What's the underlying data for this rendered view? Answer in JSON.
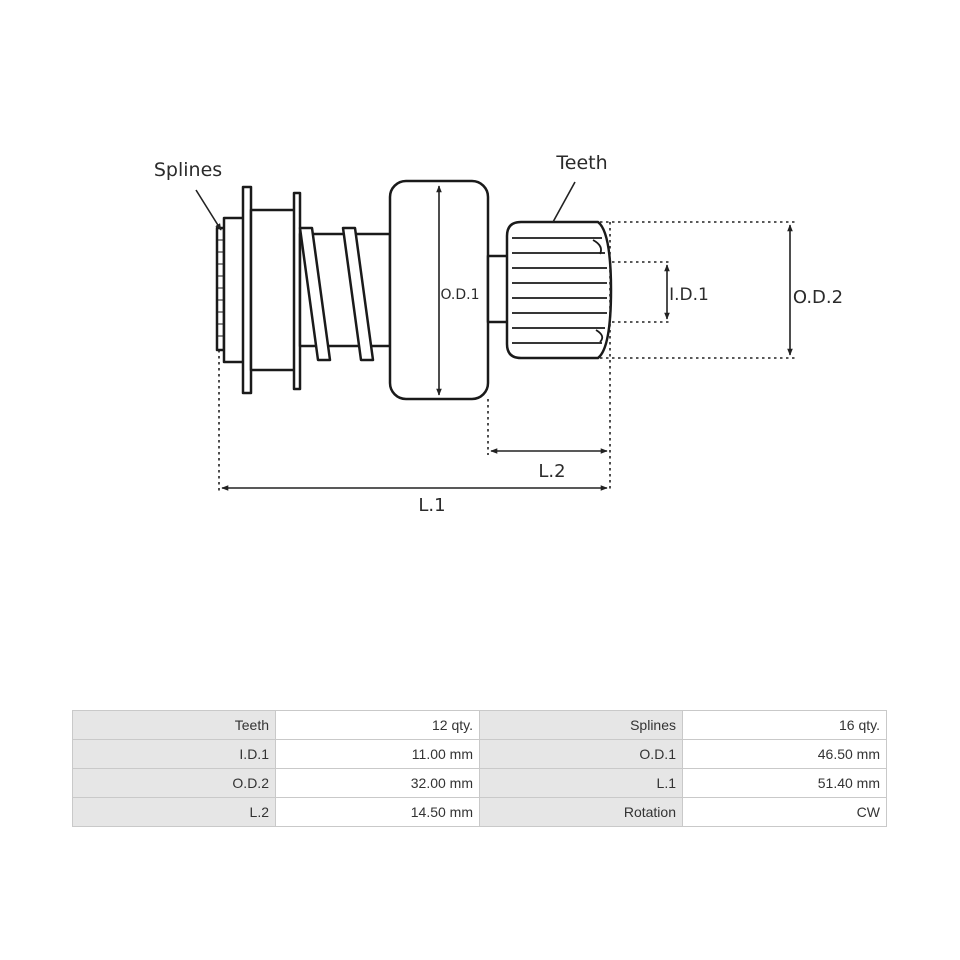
{
  "diagram": {
    "callouts": {
      "splines": "Splines",
      "teeth": "Teeth"
    },
    "dimensions": {
      "od1": "O.D.1",
      "id1": "I.D.1",
      "od2": "O.D.2",
      "l2": "L.2",
      "l1": "L.1"
    }
  },
  "specs": {
    "rows": [
      {
        "label_a": "Teeth",
        "value_a": "12 qty.",
        "label_b": "Splines",
        "value_b": "16 qty."
      },
      {
        "label_a": "I.D.1",
        "value_a": "11.00 mm",
        "label_b": "O.D.1",
        "value_b": "46.50 mm"
      },
      {
        "label_a": "O.D.2",
        "value_a": "32.00 mm",
        "label_b": "L.1",
        "value_b": "51.40 mm"
      },
      {
        "label_a": "L.2",
        "value_a": "14.50 mm",
        "label_b": "Rotation",
        "value_b": "CW"
      }
    ]
  }
}
